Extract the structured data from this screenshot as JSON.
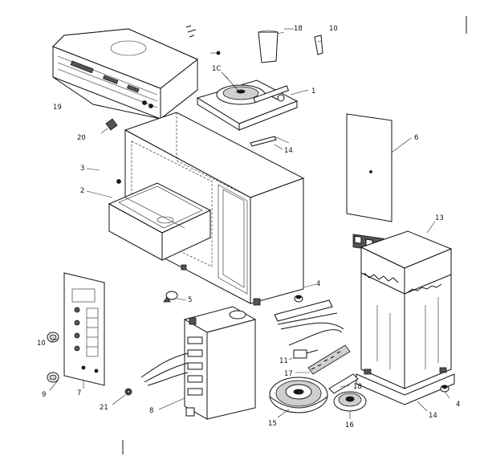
{
  "callouts": [
    {
      "id": "c18",
      "text": "18"
    },
    {
      "id": "c10a",
      "text": "10"
    },
    {
      "id": "c1c",
      "text": "1C"
    },
    {
      "id": "c1",
      "text": "1"
    },
    {
      "id": "c19",
      "text": "19"
    },
    {
      "id": "c20",
      "text": "20"
    },
    {
      "id": "c14a",
      "text": "14"
    },
    {
      "id": "c6",
      "text": "6"
    },
    {
      "id": "c3",
      "text": "3"
    },
    {
      "id": "c2",
      "text": "2"
    },
    {
      "id": "c13",
      "text": "13"
    },
    {
      "id": "c4a",
      "text": "4"
    },
    {
      "id": "c5",
      "text": "5"
    },
    {
      "id": "c10b",
      "text": "10"
    },
    {
      "id": "c11",
      "text": "11"
    },
    {
      "id": "c17",
      "text": "17"
    },
    {
      "id": "c9",
      "text": "9"
    },
    {
      "id": "c7",
      "text": "7"
    },
    {
      "id": "c18b",
      "text": "18"
    },
    {
      "id": "c21",
      "text": "21"
    },
    {
      "id": "c8",
      "text": "8"
    },
    {
      "id": "c15",
      "text": "15"
    },
    {
      "id": "c16",
      "text": "16"
    },
    {
      "id": "c14b",
      "text": "14"
    },
    {
      "id": "c4b",
      "text": "4"
    }
  ]
}
